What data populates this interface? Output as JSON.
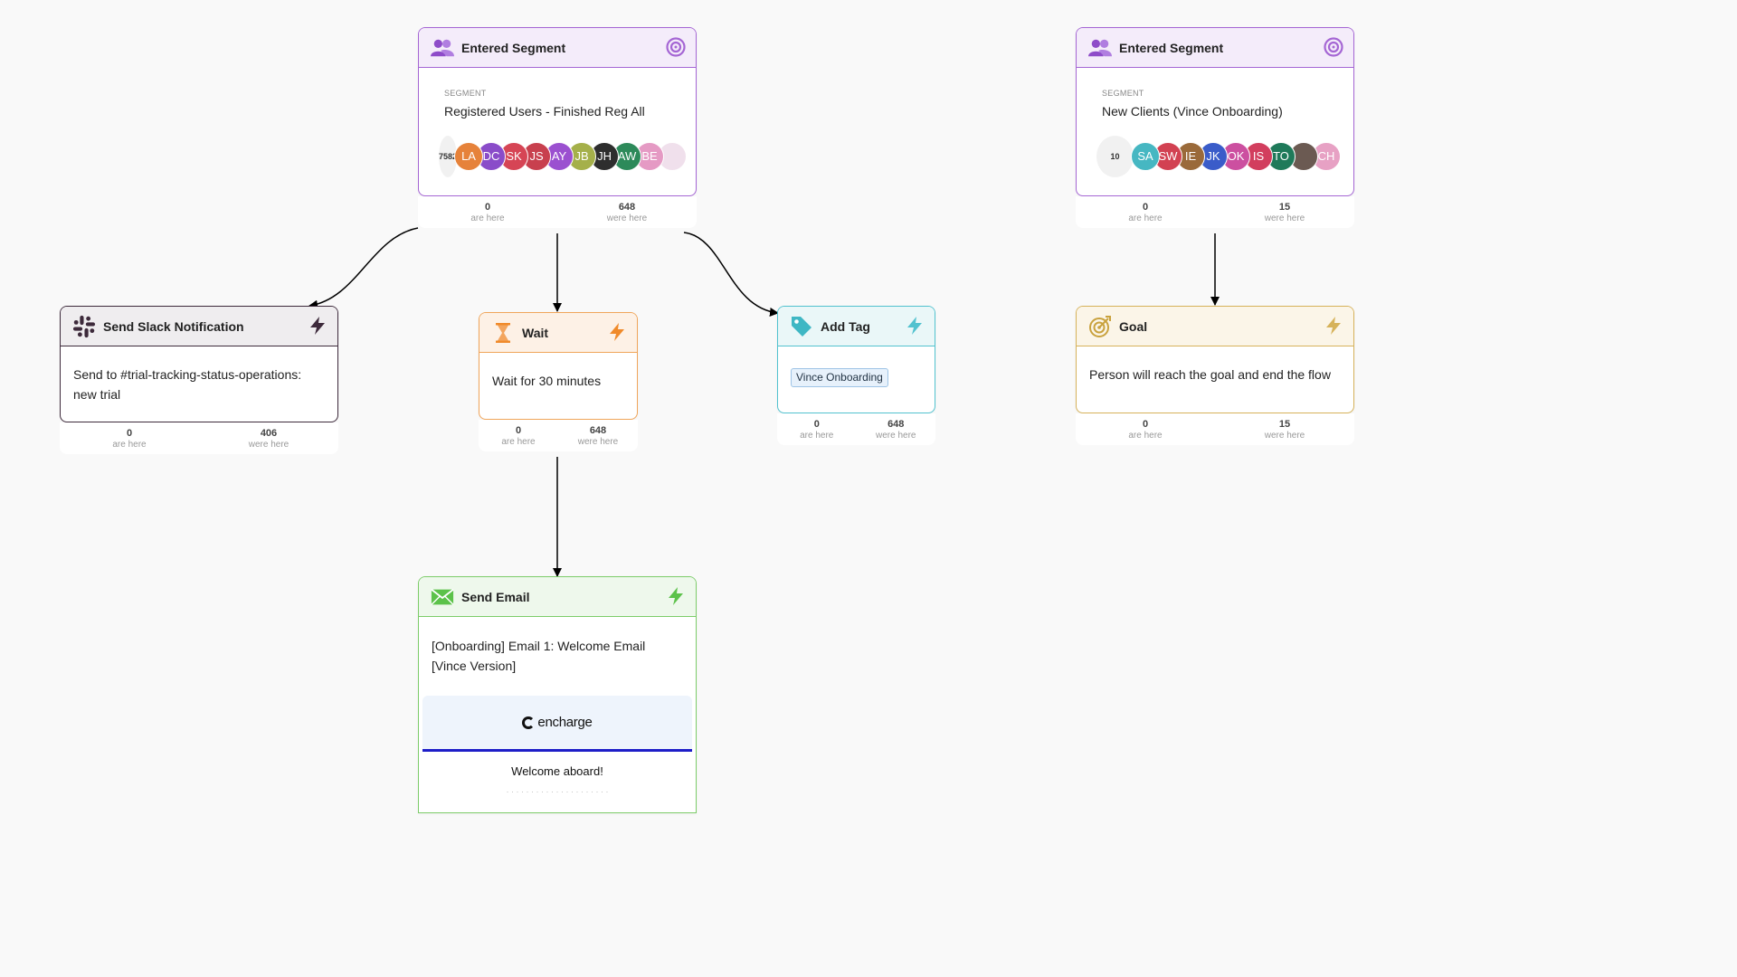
{
  "colors": {
    "segment": "#a566d4",
    "slack": "#3d2a3b",
    "wait": "#f0a55a",
    "tag": "#52c2cf",
    "goal": "#d6b25a",
    "email": "#7dcc6a"
  },
  "nodes": {
    "segment1": {
      "title": "Entered Segment",
      "icon": "users-icon",
      "right_icon": "target-icon",
      "segment_label": "SEGMENT",
      "segment_name": "Registered Users - Finished Reg All",
      "count": "7582",
      "avatars": [
        {
          "initials": "LA",
          "color": "#e6823a"
        },
        {
          "initials": "DC",
          "color": "#8a4cc9"
        },
        {
          "initials": "SK",
          "color": "#d64555"
        },
        {
          "initials": "JS",
          "color": "#c8404e"
        },
        {
          "initials": "AY",
          "color": "#9b50d0"
        },
        {
          "initials": "JB",
          "color": "#a5b04a"
        },
        {
          "initials": "JH",
          "color": "#2e2e2e"
        },
        {
          "initials": "AW",
          "color": "#2d8a5a"
        },
        {
          "initials": "BE",
          "color": "#e59ac4"
        },
        {
          "initials": "",
          "color": "#f0e0ec"
        }
      ],
      "stats": {
        "are_here": "0",
        "are_here_label": "are here",
        "were_here": "648",
        "were_here_label": "were here"
      }
    },
    "segment2": {
      "title": "Entered Segment",
      "icon": "users-icon",
      "right_icon": "target-icon",
      "segment_label": "SEGMENT",
      "segment_name": "New Clients (Vince Onboarding)",
      "count": "10",
      "avatars": [
        {
          "initials": "SA",
          "color": "#46b7c2"
        },
        {
          "initials": "SW",
          "color": "#d24152"
        },
        {
          "initials": "IE",
          "color": "#9a6a3a"
        },
        {
          "initials": "JK",
          "color": "#3a5cc9"
        },
        {
          "initials": "OK",
          "color": "#cc4fa0"
        },
        {
          "initials": "IS",
          "color": "#d23e5e"
        },
        {
          "initials": "TO",
          "color": "#1f7a5a"
        },
        {
          "initials": "",
          "color": "#6b5a52"
        },
        {
          "initials": "CH",
          "color": "#e7a1c4"
        }
      ],
      "stats": {
        "are_here": "0",
        "are_here_label": "are here",
        "were_here": "15",
        "were_here_label": "were here"
      }
    },
    "slack": {
      "title": "Send Slack Notification",
      "icon": "slack-icon",
      "right_icon": "lightning-icon",
      "body": "Send to #trial-tracking-status-operations: new trial",
      "stats": {
        "are_here": "0",
        "are_here_label": "are here",
        "were_here": "406",
        "were_here_label": "were here"
      }
    },
    "wait": {
      "title": "Wait",
      "icon": "hourglass-icon",
      "right_icon": "lightning-icon",
      "body": "Wait for 30 minutes",
      "stats": {
        "are_here": "0",
        "are_here_label": "are here",
        "were_here": "648",
        "were_here_label": "were here"
      }
    },
    "tag": {
      "title": "Add Tag",
      "icon": "tag-icon",
      "right_icon": "lightning-icon",
      "tag_value": "Vince Onboarding",
      "stats": {
        "are_here": "0",
        "are_here_label": "are here",
        "were_here": "648",
        "were_here_label": "were here"
      }
    },
    "goal": {
      "title": "Goal",
      "icon": "goal-target-icon",
      "right_icon": "lightning-icon",
      "body": "Person will reach the goal and end the flow",
      "stats": {
        "are_here": "0",
        "are_here_label": "are here",
        "were_here": "15",
        "were_here_label": "were here"
      }
    },
    "email": {
      "title": "Send Email",
      "icon": "envelope-icon",
      "right_icon": "lightning-icon",
      "body": "[Onboarding] Email 1: Welcome Email [Vince Version]",
      "brand": "encharge",
      "preview_heading": "Welcome aboard!"
    }
  }
}
